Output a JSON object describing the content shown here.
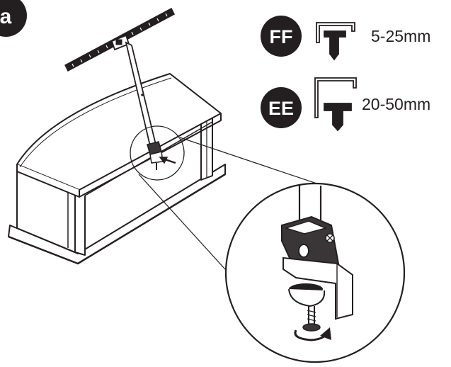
{
  "step": {
    "label": "a"
  },
  "clamps": [
    {
      "code": "FF",
      "range": "5-25mm",
      "icon": "small-c-clamp-icon"
    },
    {
      "code": "EE",
      "range": "20-50mm",
      "icon": "large-c-clamp-icon"
    }
  ],
  "colors": {
    "ink": "#231f20",
    "badge": "#231f20",
    "badge_text": "#ffffff",
    "paper": "#ffffff",
    "shade": "#3a3536"
  }
}
